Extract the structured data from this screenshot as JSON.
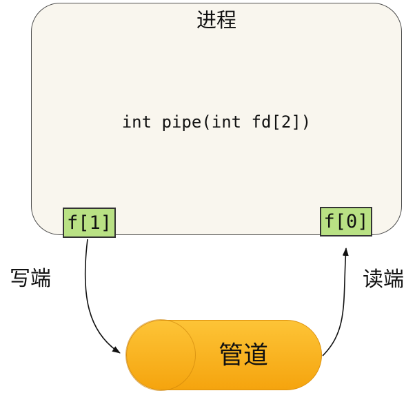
{
  "process": {
    "title": "进程",
    "code": "int pipe(int fd[2])"
  },
  "fds": {
    "write_fd": "f[1]",
    "read_fd": "f[0]"
  },
  "labels": {
    "write_end": "写端",
    "read_end": "读端"
  },
  "pipe": {
    "label": "管道"
  },
  "colors": {
    "process_fill": "#f9f6ee",
    "process_border": "#4c4c4c",
    "fd_fill": "#b9e184",
    "fd_border": "#333333",
    "pipe_gradient_top": "#fdc437",
    "pipe_gradient_bottom": "#f5a40e",
    "pipe_border": "#de920c",
    "arrow": "#111111"
  }
}
